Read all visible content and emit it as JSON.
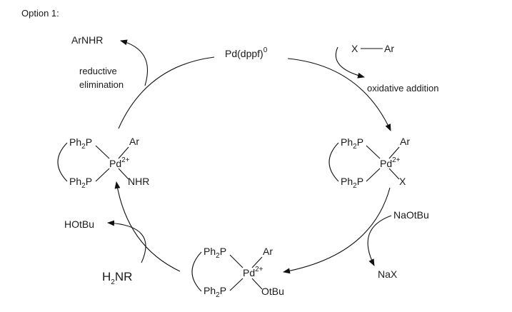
{
  "option_title": "Option 1:",
  "catalyst": {
    "label": "Pd(dppf)",
    "ox": "0"
  },
  "top_left": {
    "product": "ArNHR",
    "step_line1": "reductive",
    "step_line2": "elimination"
  },
  "top_right": {
    "x": "X",
    "ar": "Ar",
    "step": "oxidative addition"
  },
  "ligand": {
    "ph": "Ph",
    "sub": "2",
    "p": "P"
  },
  "metal": {
    "pd": "Pd",
    "charge": "2+"
  },
  "complex_left": {
    "ar": "Ar",
    "nhr": "NHR"
  },
  "complex_right": {
    "ar": "Ar",
    "x": "X"
  },
  "complex_bottom": {
    "ar": "Ar",
    "otbu": "OtBu"
  },
  "right_side": {
    "base": "NaOtBu",
    "byproduct": "NaX"
  },
  "left_side": {
    "byproduct": "HOtBu",
    "amine_h": "H",
    "amine_sub": "2",
    "amine_nr": "NR"
  }
}
